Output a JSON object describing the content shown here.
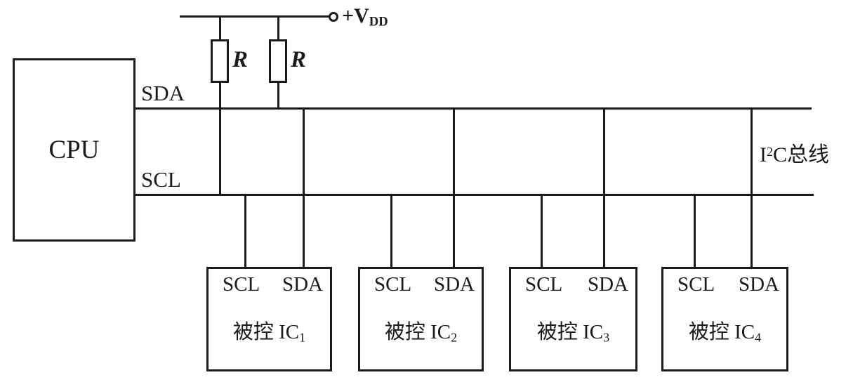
{
  "power": {
    "label": "+V",
    "sub": "DD"
  },
  "resistors": {
    "r1_label": "R",
    "r2_label": "R"
  },
  "cpu": {
    "label": "CPU"
  },
  "bus": {
    "sda_label": "SDA",
    "scl_label": "SCL",
    "name_base": "I",
    "name_sup": "2",
    "name_rest": "C总线"
  },
  "ic_boxes": [
    {
      "pin_scl": "SCL",
      "pin_sda": "SDA",
      "name": "被控 IC",
      "sub": "1"
    },
    {
      "pin_scl": "SCL",
      "pin_sda": "SDA",
      "name": "被控 IC",
      "sub": "2"
    },
    {
      "pin_scl": "SCL",
      "pin_sda": "SDA",
      "name": "被控 IC",
      "sub": "3"
    },
    {
      "pin_scl": "SCL",
      "pin_sda": "SDA",
      "name": "被控 IC",
      "sub": "4"
    }
  ]
}
